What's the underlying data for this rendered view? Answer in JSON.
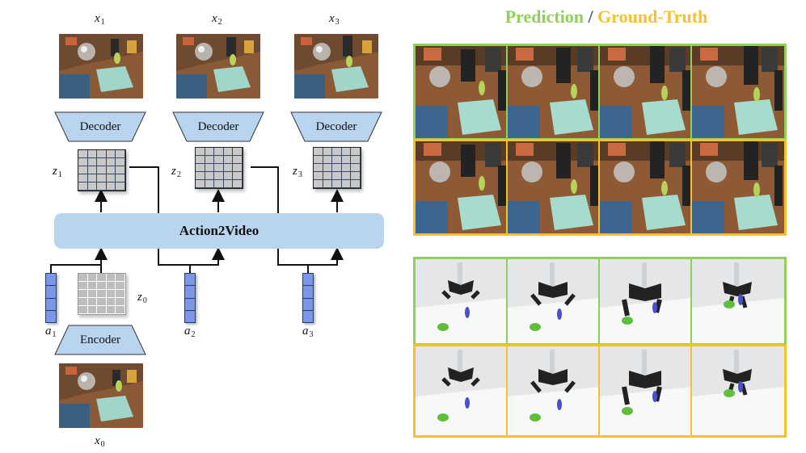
{
  "diagram": {
    "frame_vars": [
      {
        "base": "x",
        "sub": "1"
      },
      {
        "base": "x",
        "sub": "2"
      },
      {
        "base": "x",
        "sub": "3"
      },
      {
        "base": "x",
        "sub": "0"
      }
    ],
    "latent_vars": [
      {
        "base": "z",
        "sub": "1"
      },
      {
        "base": "z",
        "sub": "2"
      },
      {
        "base": "z",
        "sub": "3"
      },
      {
        "base": "z",
        "sub": "0"
      }
    ],
    "action_vars": [
      {
        "base": "a",
        "sub": "1"
      },
      {
        "base": "a",
        "sub": "2"
      },
      {
        "base": "a",
        "sub": "3"
      }
    ],
    "decoder_label": "Decoder",
    "encoder_label": "Encoder",
    "model_label": "Action2Video"
  },
  "legend": {
    "prediction": "Prediction",
    "separator": " / ",
    "ground_truth": "Ground-Truth",
    "prediction_color": "#8fcf5a",
    "ground_truth_color": "#f5c22e"
  }
}
